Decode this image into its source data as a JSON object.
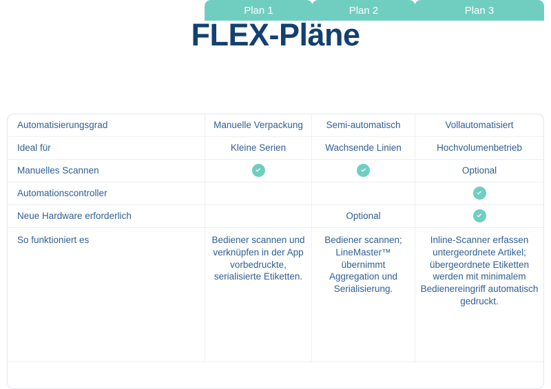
{
  "page": {
    "title": "FLEX-Pläne",
    "title_color": "#134070",
    "accent_color": "#70cec0",
    "text_color": "#2f5e93",
    "background": "#ffffff"
  },
  "table": {
    "columns": [
      {
        "key": "feature",
        "label": ""
      },
      {
        "key": "plan1",
        "label": "Plan 1"
      },
      {
        "key": "plan2",
        "label": "Plan 2"
      },
      {
        "key": "plan3",
        "label": "Plan 3"
      }
    ],
    "rows": [
      {
        "label": "Automatisierungsgrad",
        "plan1": "Manuelle Verpackung",
        "plan2": "Semi-automatisch",
        "plan3": "Vollautomatisiert"
      },
      {
        "label": "Ideal für",
        "plan1": "Kleine Serien",
        "plan2": "Wachsende Linien",
        "plan3": "Hochvolumenbetrieb"
      },
      {
        "label": "Manuelles Scannen",
        "plan1": "check-circle-icon",
        "plan2": "check-circle-icon",
        "plan3": "Optional"
      },
      {
        "label": "Automationscontroller",
        "plan1": "",
        "plan2": "",
        "plan3": "check-circle-icon"
      },
      {
        "label": "Neue Hardware erforderlich",
        "plan1": "",
        "plan2": "Optional",
        "plan3": "check-circle-icon"
      },
      {
        "label": "So funktioniert es",
        "plan1": "Bediener scannen und verknüpfen in der App vorbedruckte, serialisierte Etiketten.",
        "plan2": "Bediener scannen; LineMaster™ übernimmt Aggregation und Serialisierung.",
        "plan3": "Inline-Scanner erfassen untergeordnete Artikel; übergeordnete Etiketten werden mit minimalem Bedienereingriff automatisch gedruckt."
      }
    ]
  }
}
